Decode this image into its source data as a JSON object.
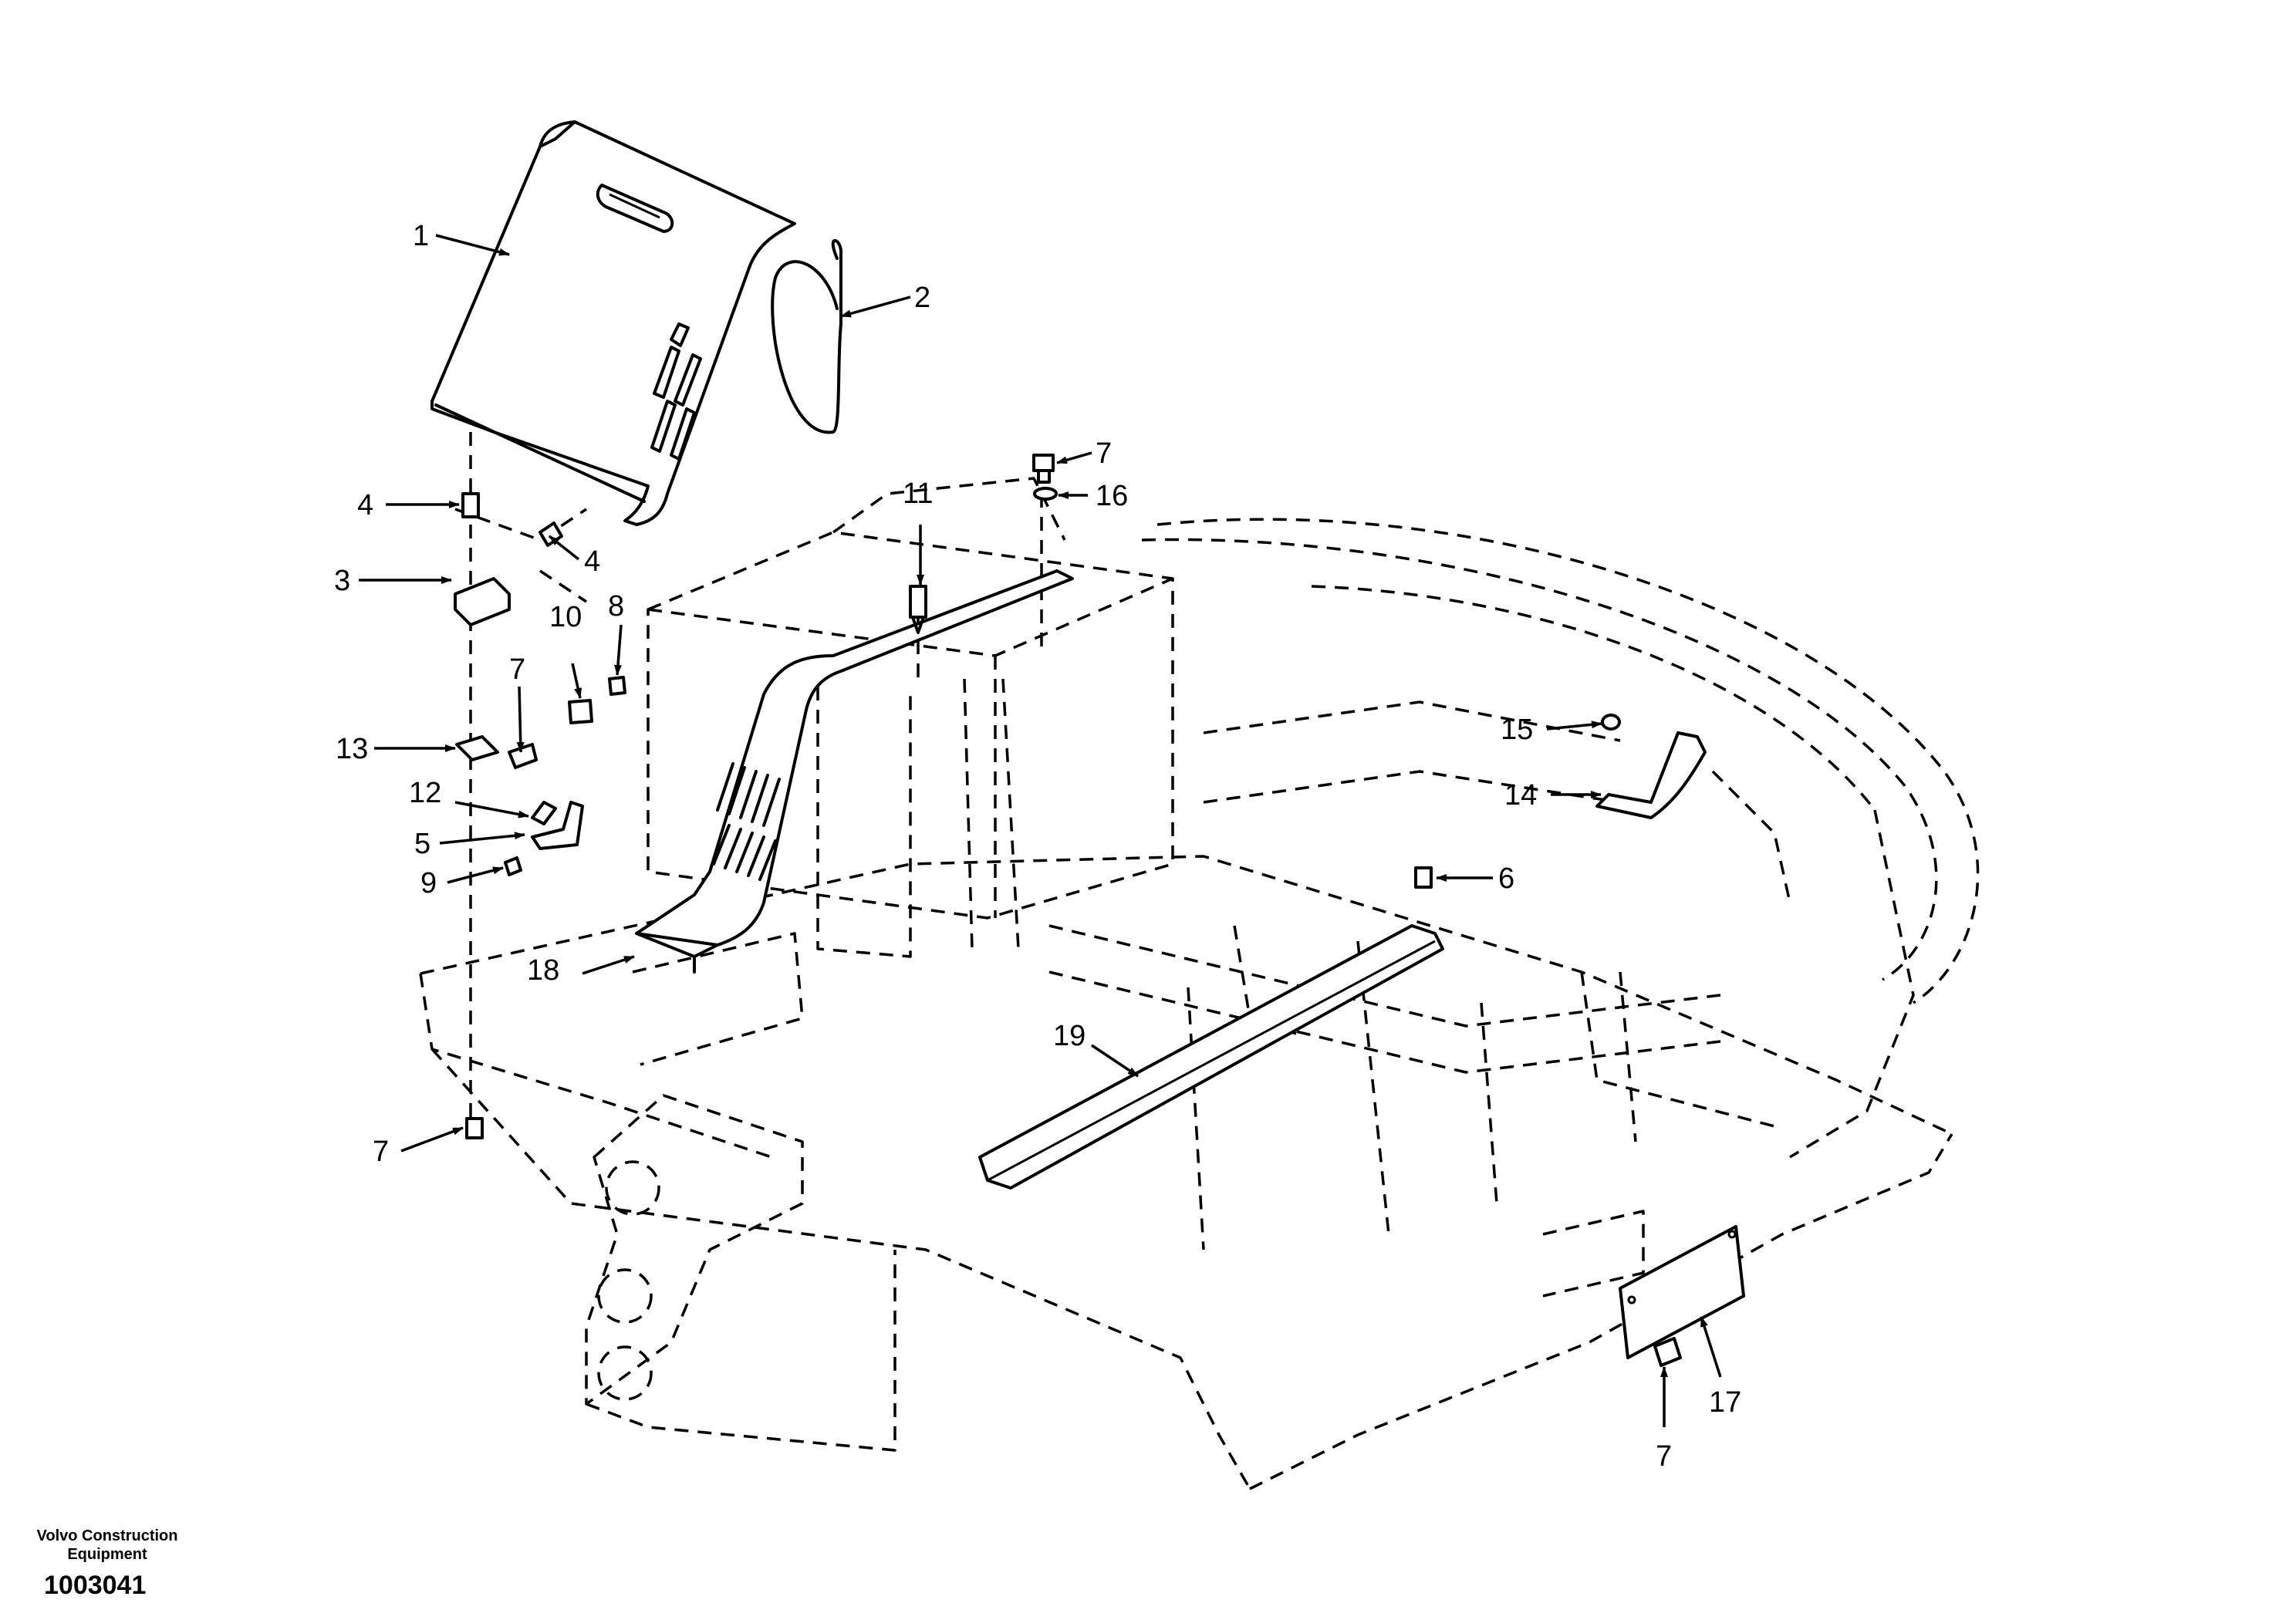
{
  "callouts": [
    {
      "id": "c1",
      "label": "1"
    },
    {
      "id": "c2",
      "label": "2"
    },
    {
      "id": "c3",
      "label": "3"
    },
    {
      "id": "c4a",
      "label": "4"
    },
    {
      "id": "c4b",
      "label": "4"
    },
    {
      "id": "c5",
      "label": "5"
    },
    {
      "id": "c6",
      "label": "6"
    },
    {
      "id": "c7a",
      "label": "7"
    },
    {
      "id": "c7b",
      "label": "7"
    },
    {
      "id": "c7c",
      "label": "7"
    },
    {
      "id": "c7d",
      "label": "7"
    },
    {
      "id": "c8",
      "label": "8"
    },
    {
      "id": "c9",
      "label": "9"
    },
    {
      "id": "c10",
      "label": "10"
    },
    {
      "id": "c11",
      "label": "11"
    },
    {
      "id": "c12",
      "label": "12"
    },
    {
      "id": "c13",
      "label": "13"
    },
    {
      "id": "c14",
      "label": "14"
    },
    {
      "id": "c15",
      "label": "15"
    },
    {
      "id": "c16",
      "label": "16"
    },
    {
      "id": "c17",
      "label": "17"
    },
    {
      "id": "c18",
      "label": "18"
    },
    {
      "id": "c19",
      "label": "19"
    }
  ],
  "footer": {
    "company_line1": "Volvo Construction",
    "company_line2": "Equipment",
    "drawing_number": "1003041"
  }
}
